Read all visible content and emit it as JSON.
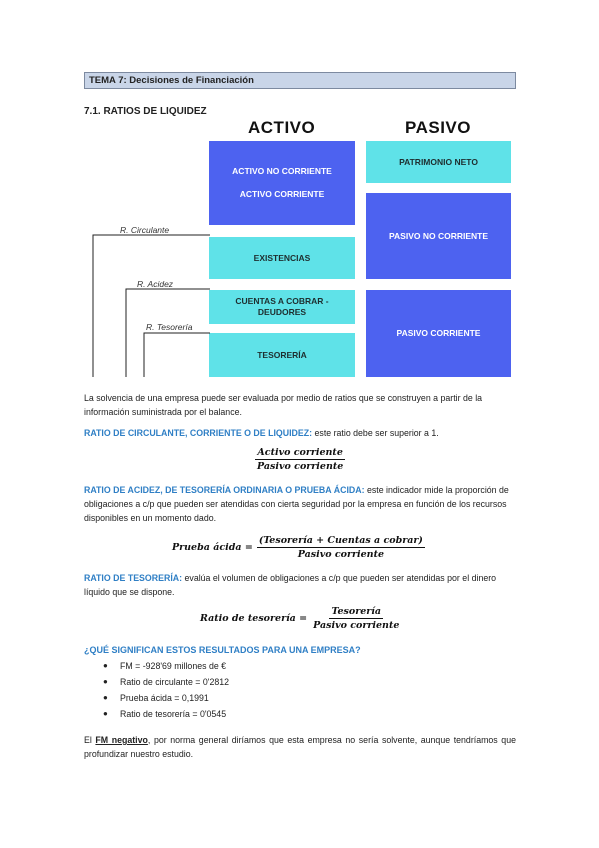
{
  "header": {
    "topic": "TEMA 7: Decisiones de Financiación"
  },
  "section": {
    "title": "7.1. RATIOS DE LIQUIDEZ"
  },
  "diagram": {
    "activo_label": "ACTIVO",
    "pasivo_label": "PASIVO",
    "activo_no_corriente": "ACTIVO NO CORRIENTE",
    "activo_corriente": "ACTIVO CORRIENTE",
    "existencias": "EXISTENCIAS",
    "cuentas_line1": "CUENTAS A COBRAR -",
    "cuentas_line2": "DEUDORES",
    "tesoreria": "TESORERÍA",
    "patrimonio_neto": "PATRIMONIO NETO",
    "pasivo_no_corriente": "PASIVO NO CORRIENTE",
    "pasivo_corriente": "PASIVO CORRIENTE",
    "r_circulante": "R. Circulante",
    "r_acidez": "R. Acidez",
    "r_tesoreria": "R. Tesorería",
    "colors": {
      "blue": "#4d62f0",
      "cyan": "#5fe2e8",
      "heading_blue": "#2f7fc5"
    }
  },
  "intro": "La solvencia de una empresa puede ser evaluada por medio de ratios que se construyen a partir de la información suministrada por el balance.",
  "circulante": {
    "heading": "RATIO DE CIRCULANTE, CORRIENTE O DE LIQUIDEZ:",
    "text": " este ratio debe ser superior a 1.",
    "numerator": "Activo corriente",
    "denominator": "Pasivo corriente"
  },
  "acidez": {
    "heading": "RATIO DE ACIDEZ, DE TESORERÍA ORDINARIA O PRUEBA ÁCIDA:",
    "text": " este indicador mide la proporción de obligaciones a c/p que pueden ser atendidas con cierta seguridad por la empresa en función de los recursos disponibles en un momento dado.",
    "lhs": "Prueba ácida =",
    "numerator": "(Tesorería + Cuentas a cobrar)",
    "denominator": "Pasivo corriente"
  },
  "tesoreria_ratio": {
    "heading": "RATIO DE TESORERÍA:",
    "text": " evalúa el volumen de obligaciones a c/p que pueden ser atendidas por el dinero líquido que se dispone.",
    "lhs": "Ratio de tesorería =",
    "numerator": "Tesorería",
    "denominator": "Pasivo corriente"
  },
  "question": "¿QUÉ SIGNIFICAN ESTOS RESULTADOS PARA UNA EMPRESA?",
  "results": [
    "FM = -928'69 millones de €",
    "Ratio de circulante = 0'2812",
    "Prueba ácida = 0,1991",
    "Ratio de tesorería = 0'0545"
  ],
  "conclusion": {
    "prefix": "El ",
    "fm": "FM negativo",
    "rest": ", por norma general diríamos que esta empresa no sería solvente, aunque tendríamos que profundizar nuestro estudio."
  }
}
